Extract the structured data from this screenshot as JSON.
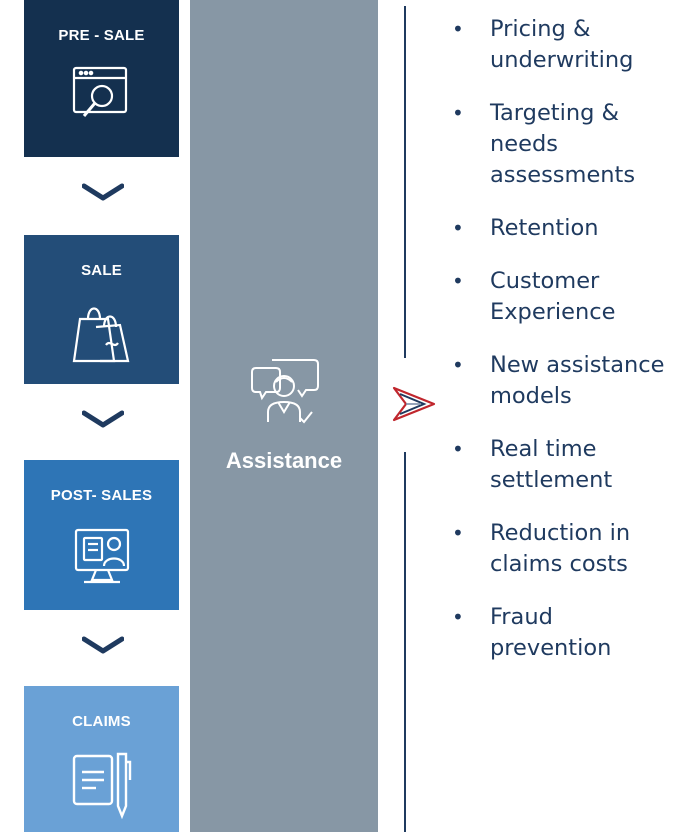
{
  "stages": [
    {
      "label": "PRE - SALE",
      "icon": "browser-search-icon",
      "color": "#14304f"
    },
    {
      "label": "SALE",
      "icon": "shopping-bag-icon",
      "color": "#234d78"
    },
    {
      "label": "POST- SALES",
      "icon": "computer-support-icon",
      "color": "#2e75b6"
    },
    {
      "label": "CLAIMS",
      "icon": "document-pen-icon",
      "color": "#6aa1d6"
    }
  ],
  "connector_icon": "chevron-down-icon",
  "assistance": {
    "label": "Assistance",
    "icon": "chat-support-person-icon",
    "color": "#8797a5"
  },
  "pointer_icon": "arrow-pointer-icon",
  "benefits": [
    "Pricing & underwriting",
    "Targeting & needs assessments",
    "Retention",
    "Customer Experience",
    "New assistance models",
    "Real time settlement",
    "Reduction in claims costs",
    "Fraud prevention"
  ]
}
